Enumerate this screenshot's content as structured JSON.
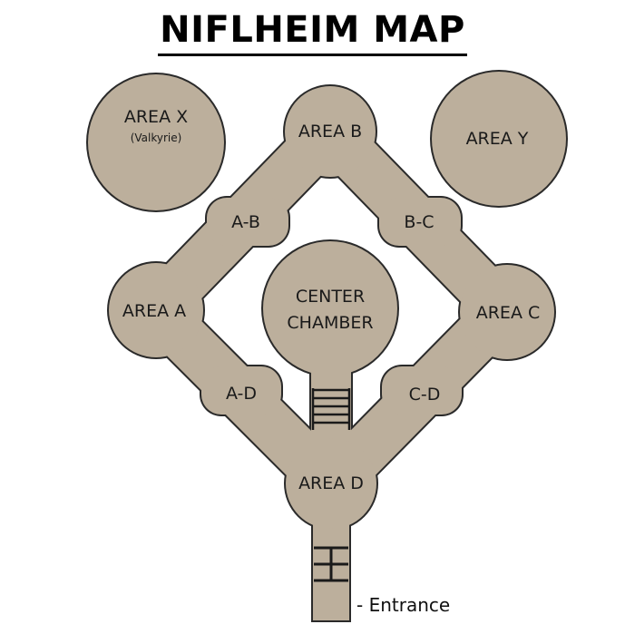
{
  "title": "NIFLHEIM MAP",
  "colors": {
    "room_fill": "#bcaf9c",
    "room_stroke": "#2a2a2a"
  },
  "areas": {
    "area_x": {
      "label": "AREA X",
      "sublabel": "(Valkyrie)"
    },
    "area_b": {
      "label": "AREA B"
    },
    "area_y": {
      "label": "AREA Y"
    },
    "ab": {
      "label": "A-B"
    },
    "bc": {
      "label": "B-C"
    },
    "area_a": {
      "label": "AREA A"
    },
    "center": {
      "label_line1": "CENTER",
      "label_line2": "CHAMBER"
    },
    "area_c": {
      "label": "AREA C"
    },
    "ad": {
      "label": "A-D"
    },
    "cd": {
      "label": "C-D"
    },
    "area_d": {
      "label": "AREA D"
    }
  },
  "legend": {
    "entrance": "- Entrance"
  },
  "icons": [
    "ladder-icon",
    "ladder-icon"
  ]
}
